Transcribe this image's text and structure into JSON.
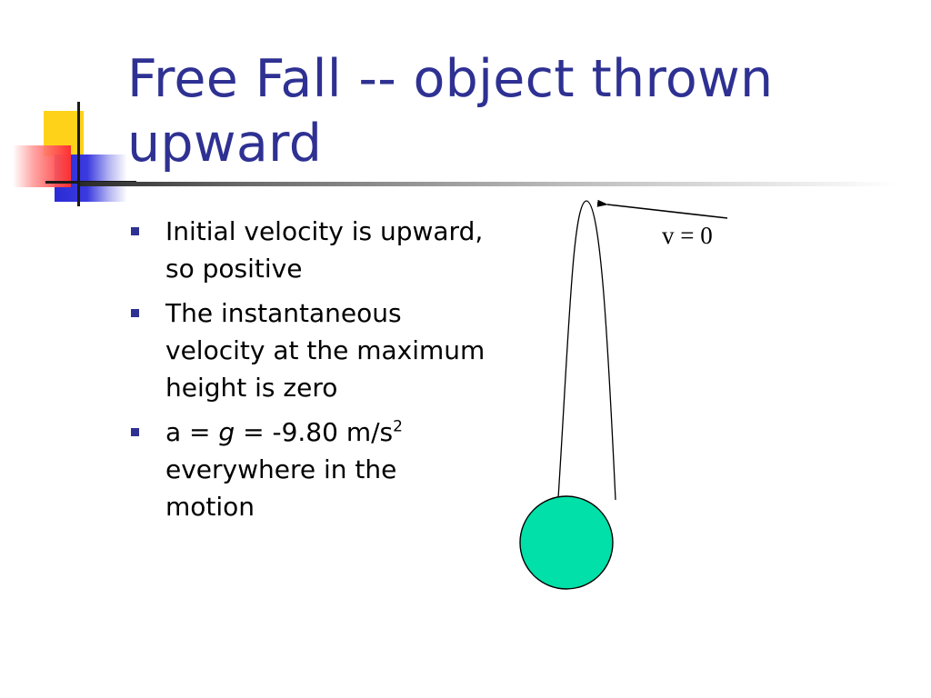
{
  "slide": {
    "title": "Free Fall -- object thrown upward",
    "bullets": [
      {
        "text": "Initial velocity is upward, so positive"
      },
      {
        "text": "The instantaneous velocity at the maximum height is zero"
      },
      {
        "prefix": "a = ",
        "italic": "g",
        "middle": " = -9.80 m/s",
        "sup": "2",
        "suffix": " everywhere in the motion"
      }
    ]
  },
  "diagram": {
    "label": "v = 0",
    "ball_color": "#00e0a8",
    "path_color": "#000000"
  },
  "colors": {
    "title": "#2e3192",
    "bullet_marker": "#2e3192",
    "deco_yellow": "#ffd21a",
    "deco_blue": "#2b2bd6",
    "deco_red": "#ff3030"
  }
}
